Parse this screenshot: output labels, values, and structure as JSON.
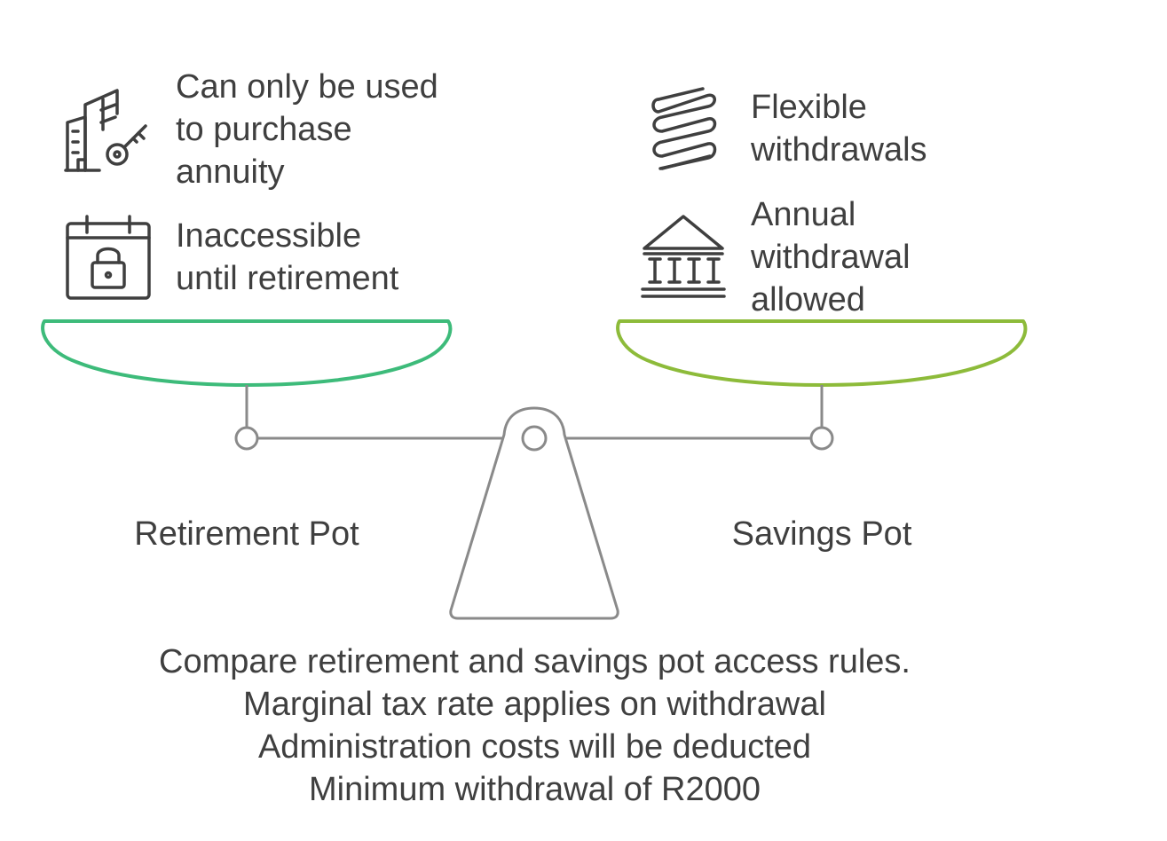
{
  "left_pot": {
    "label": "Retirement Pot",
    "color": "#3dbb7a",
    "features": [
      {
        "icon": "building-key-icon",
        "lines": [
          "Can only be used",
          "to purchase",
          "annuity"
        ]
      },
      {
        "icon": "calendar-lock-icon",
        "lines": [
          "Inaccessible",
          "until retirement"
        ]
      }
    ]
  },
  "right_pot": {
    "label": "Savings Pot",
    "color": "#8dbb3a",
    "features": [
      {
        "icon": "spring-icon",
        "lines": [
          "Flexible",
          "withdrawals"
        ]
      },
      {
        "icon": "bank-icon",
        "lines": [
          "Annual",
          "withdrawal",
          "allowed"
        ]
      }
    ]
  },
  "caption": [
    "Compare retirement and savings pot access rules.",
    "Marginal tax rate applies on withdrawal",
    "Administration costs will be deducted",
    "Minimum withdrawal of R2000"
  ],
  "colors": {
    "text": "#3f3f3f",
    "scale": "#8a8a8a"
  }
}
